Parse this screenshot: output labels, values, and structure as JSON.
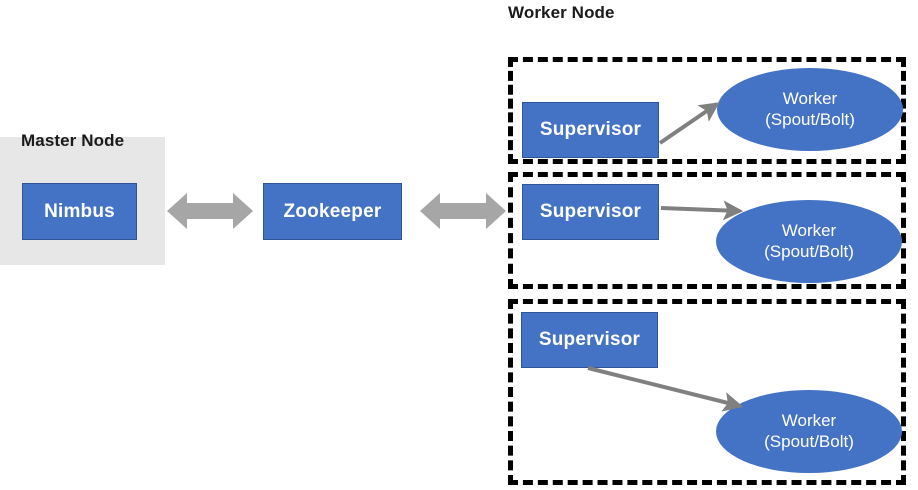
{
  "diagram": {
    "title_master": "Master Node",
    "title_worker": "Worker Node",
    "colors": {
      "node_blue": "#4472C4",
      "node_blue_border": "#2F5597",
      "master_panel_gray": "#E7E7E7",
      "arrow_gray": "#A6A6A6",
      "connector_gray": "#808080",
      "dashed_border": "#000000",
      "text_light": "#FFFFFF",
      "text_dark": "#1A1A1A"
    },
    "master": {
      "label": "Master Node",
      "nimbus_label": "Nimbus"
    },
    "coordinator": {
      "zookeeper_label": "Zookeeper"
    },
    "bidirectional_arrows": [
      {
        "name": "nimbus-zookeeper-arrow"
      },
      {
        "name": "zookeeper-supervisors-arrow"
      }
    ],
    "worker_nodes": [
      {
        "supervisor_label": "Supervisor",
        "worker_line1": "Worker",
        "worker_line2": "(Spout/Bolt)"
      },
      {
        "supervisor_label": "Supervisor",
        "worker_line1": "Worker",
        "worker_line2": "(Spout/Bolt)"
      },
      {
        "supervisor_label": "Supervisor",
        "worker_line1": "Worker",
        "worker_line2": "(Spout/Bolt)"
      }
    ]
  }
}
